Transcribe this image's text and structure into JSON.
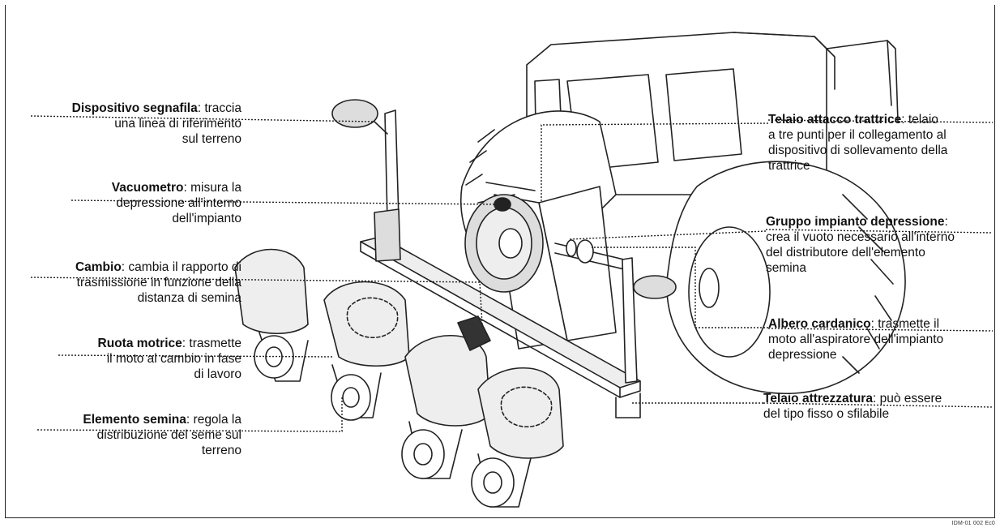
{
  "labels_left": [
    {
      "id": "segnafila",
      "title": "Dispositivo segnafila",
      "lines": [
        "traccia",
        "una linea di riferimento",
        "sul terreno"
      ]
    },
    {
      "id": "vacuometro",
      "title": "Vacuometro",
      "lines": [
        "misura la",
        "depressione all'interno",
        "dell'impianto"
      ]
    },
    {
      "id": "cambio",
      "title": "Cambio",
      "lines": [
        "cambia il rapporto di",
        "trasmissione in funzione della",
        "distanza di semina"
      ]
    },
    {
      "id": "ruota",
      "title": "Ruota motrice",
      "lines": [
        "trasmette",
        "il moto al cambio in fase",
        "di lavoro"
      ]
    },
    {
      "id": "elemento",
      "title": "Elemento semina",
      "lines": [
        "regola la",
        "distribuzione del seme sul",
        "terreno"
      ]
    }
  ],
  "labels_right": [
    {
      "id": "telaio-attacco",
      "title": "Telaio attacco trattrice",
      "lines": [
        "telaio",
        "a tre punti per il collegamento al",
        "dispositivo di sollevamento della",
        "trattrice"
      ]
    },
    {
      "id": "gruppo",
      "title": "Gruppo impianto depressione",
      "lines": [
        "",
        "crea il vuoto necessario all'interno",
        "del distributore dell'elemento",
        "semina"
      ]
    },
    {
      "id": "albero",
      "title": "Albero cardanico",
      "lines": [
        "trasmette il",
        "moto all'aspiratore dell'impianto",
        "depressione"
      ]
    },
    {
      "id": "telaio-attrezzatura",
      "title": "Telaio attrezzatura",
      "lines": [
        "può essere",
        "del tipo fisso o sfilabile"
      ]
    }
  ],
  "figure_code": "IDM-01 002 Ec0"
}
